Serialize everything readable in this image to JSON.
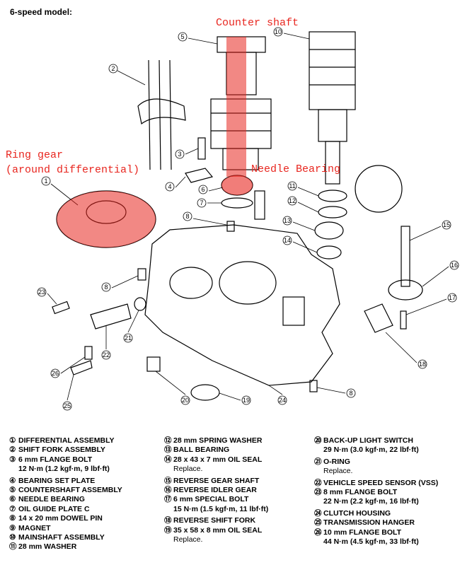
{
  "title": "6-speed model:",
  "annotations": {
    "counter_shaft": "Counter shaft",
    "ring_gear": "Ring gear",
    "ring_gear_sub": "(around differential)",
    "needle_bearing": "Needle Bearing"
  },
  "highlight_color": "#e8261f",
  "callouts": [
    "1",
    "2",
    "3",
    "4",
    "5",
    "6",
    "7",
    "8",
    "8",
    "8",
    "10",
    "11",
    "12",
    "13",
    "14",
    "15",
    "16",
    "17",
    "18",
    "19",
    "20",
    "21",
    "22",
    "23",
    "24",
    "25",
    "26"
  ],
  "legend": {
    "col1": [
      {
        "n": "①",
        "label": "DIFFERENTIAL ASSEMBLY"
      },
      {
        "n": "②",
        "label": "SHIFT FORK ASSEMBLY"
      },
      {
        "n": "③",
        "label": "6 mm FLANGE BOLT",
        "sub": "12 N·m (1.2 kgf·m, 9 lbf·ft)"
      },
      {
        "n": "④",
        "label": "BEARING SET PLATE"
      },
      {
        "n": "⑤",
        "label": "COUNTERSHAFT ASSEMBLY"
      },
      {
        "n": "⑥",
        "label": "NEEDLE BEARING"
      },
      {
        "n": "⑦",
        "label": "OIL GUIDE PLATE C"
      },
      {
        "n": "⑧",
        "label": "14 x 20 mm DOWEL PIN"
      },
      {
        "n": "⑨",
        "label": "MAGNET"
      },
      {
        "n": "⑩",
        "label": "MAINSHAFT ASSEMBLY"
      },
      {
        "n": "⑪",
        "label": "28 mm WASHER"
      }
    ],
    "col2": [
      {
        "n": "⑫",
        "label": "28 mm SPRING WASHER"
      },
      {
        "n": "⑬",
        "label": "BALL BEARING"
      },
      {
        "n": "⑭",
        "label": "28 x 43 x 7 mm OIL SEAL",
        "note": "Replace."
      },
      {
        "n": "⑮",
        "label": "REVERSE GEAR SHAFT"
      },
      {
        "n": "⑯",
        "label": "REVERSE IDLER GEAR"
      },
      {
        "n": "⑰",
        "label": "6 mm SPECIAL BOLT",
        "sub": "15 N·m (1.5 kgf·m, 11 lbf·ft)"
      },
      {
        "n": "⑱",
        "label": "REVERSE SHIFT FORK"
      },
      {
        "n": "⑲",
        "label": "35 x 58 x 8 mm OIL SEAL",
        "note": "Replace."
      }
    ],
    "col3": [
      {
        "n": "⑳",
        "label": "BACK-UP LIGHT SWITCH",
        "sub": "29 N·m (3.0 kgf·m, 22 lbf·ft)"
      },
      {
        "n": "㉑",
        "label": "O-RING",
        "note": "Replace."
      },
      {
        "n": "㉒",
        "label": "VEHICLE SPEED SENSOR (VSS)"
      },
      {
        "n": "㉓",
        "label": "8 mm FLANGE BOLT",
        "sub": "22 N·m (2.2 kgf·m, 16 lbf·ft)"
      },
      {
        "n": "㉔",
        "label": "CLUTCH HOUSING"
      },
      {
        "n": "㉕",
        "label": "TRANSMISSION HANGER"
      },
      {
        "n": "㉖",
        "label": "10 mm FLANGE BOLT",
        "sub": "44 N·m (4.5 kgf·m, 33 lbf·ft)"
      }
    ]
  }
}
